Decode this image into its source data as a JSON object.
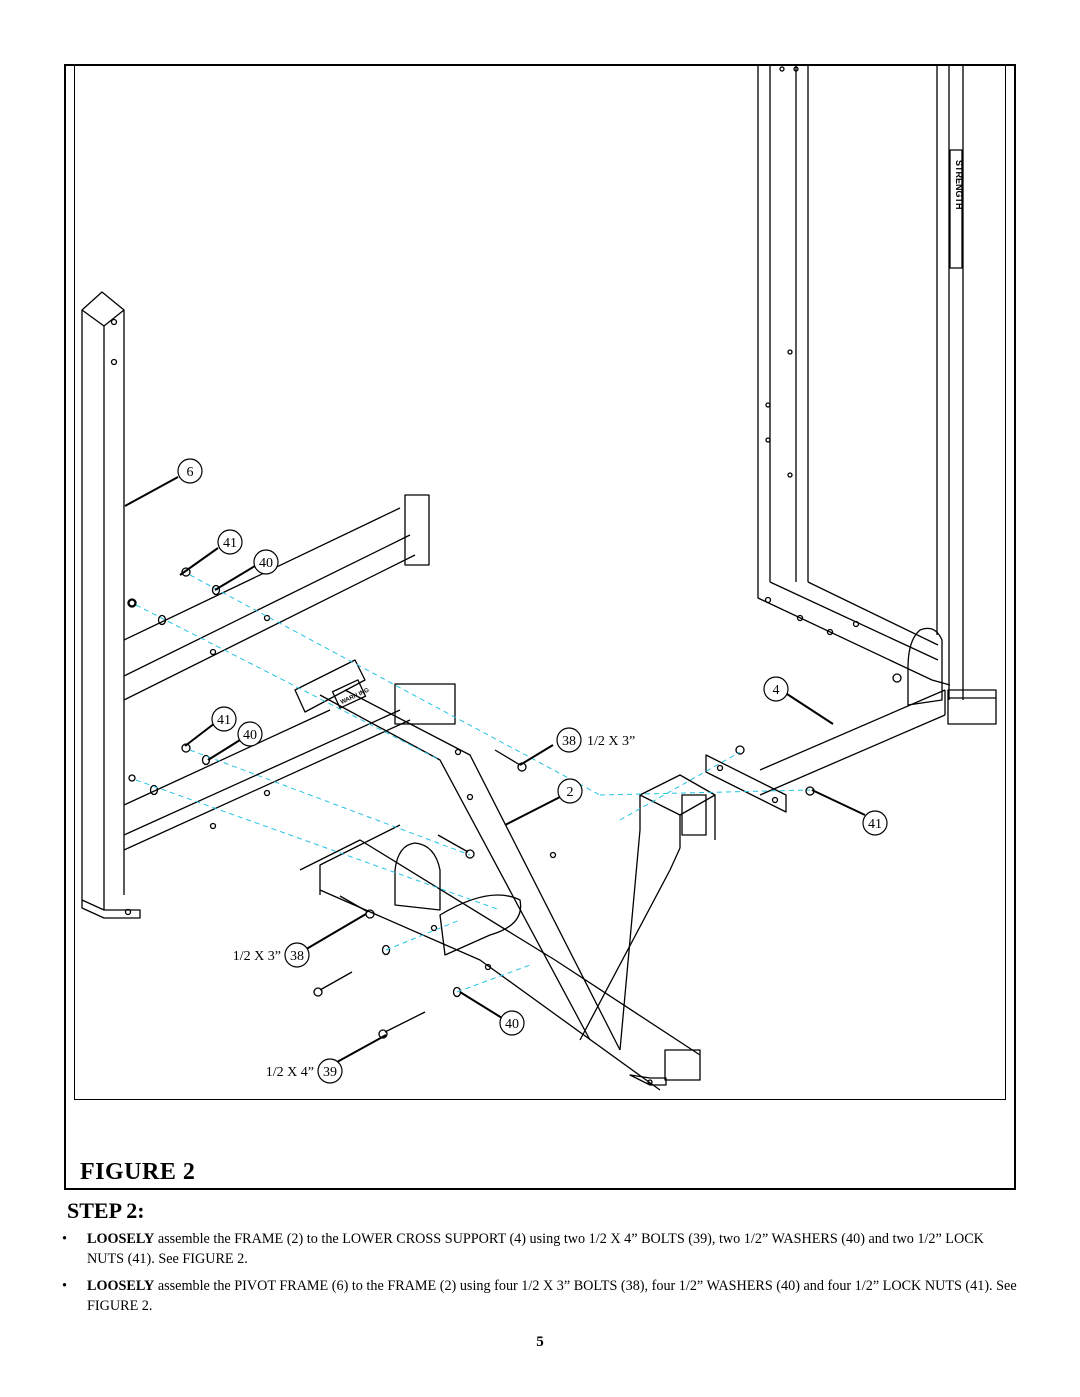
{
  "figure": {
    "label": "FIGURE 2",
    "brand_mark": "STRENGTH",
    "decal_text": "WARN ING",
    "callouts": [
      {
        "id": "6",
        "text": "6"
      },
      {
        "id": "41a",
        "text": "41"
      },
      {
        "id": "40a",
        "text": "40"
      },
      {
        "id": "41b",
        "text": "41"
      },
      {
        "id": "40b",
        "text": "40"
      },
      {
        "id": "4",
        "text": "4"
      },
      {
        "id": "38a",
        "text": "38",
        "size": "1/2 X 3”"
      },
      {
        "id": "2",
        "text": "2"
      },
      {
        "id": "41c",
        "text": "41"
      },
      {
        "id": "38b",
        "text": "38",
        "size": "1/2 X 3”"
      },
      {
        "id": "40c",
        "text": "40"
      },
      {
        "id": "39",
        "text": "39",
        "size": "1/2 X 4”"
      }
    ]
  },
  "step": {
    "heading": "STEP 2:",
    "bullets": [
      {
        "marker": "•",
        "emphasis": "LOOSELY",
        "text": " assemble the FRAME (2) to the LOWER CROSS SUPPORT (4) using two 1/2 X 4”  BOLTS (39), two 1/2” WASHERS (40) and two 1/2”  LOCK NUTS (41). See FIGURE 2."
      },
      {
        "marker": "•",
        "emphasis": "LOOSELY",
        "text": " assemble the PIVOT FRAME (6) to the FRAME (2) using four 1/2 X 3”  BOLTS (38), four 1/2”  WASHERS (40) and four 1/2”  LOCK NUTS (41). See FIGURE 2."
      }
    ]
  },
  "page_number": "5"
}
